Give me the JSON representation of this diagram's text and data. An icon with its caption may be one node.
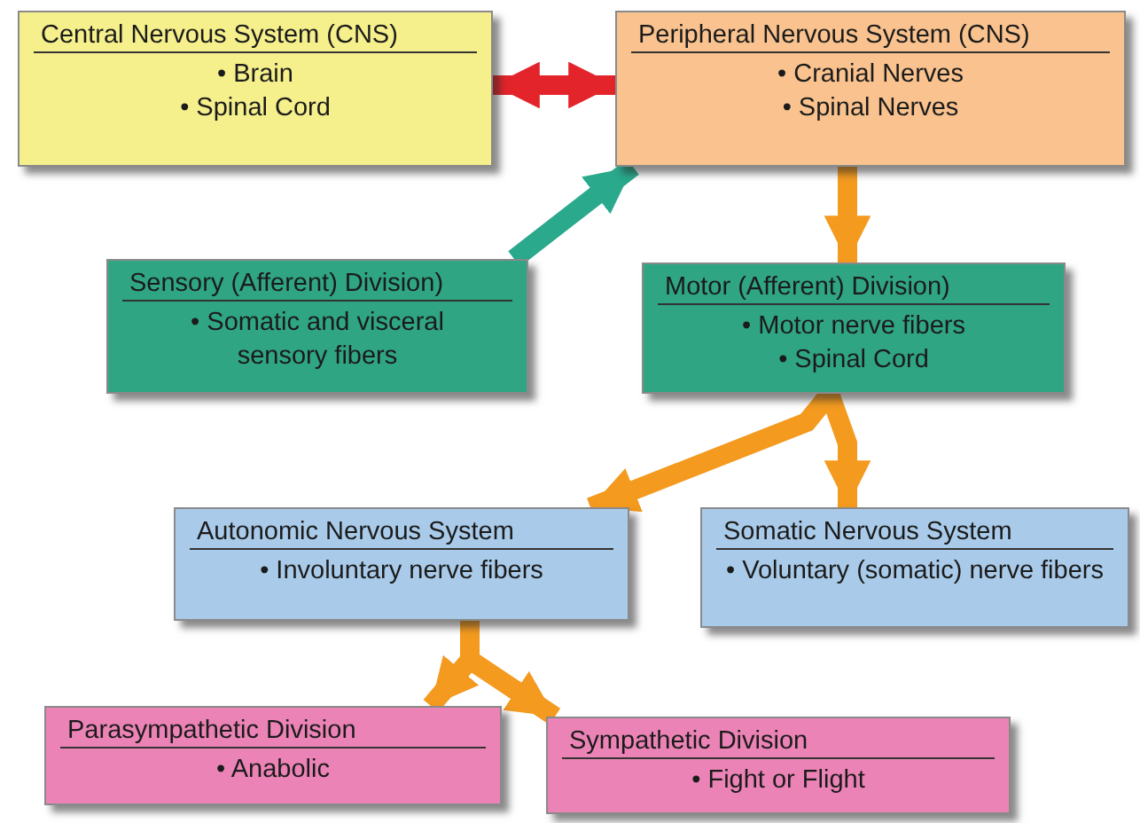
{
  "diagram": {
    "nodes": [
      {
        "text": [
          "Central Nervous System (CNS)",
          "• Brain",
          "• Spinal Cord"
        ]
      },
      {
        "text": [
          "Peripheral Nervous System (CNS)",
          "• Cranial Nerves",
          "• Spinal Nerves"
        ]
      },
      {
        "text": [
          "Sensory (Afferent) Division)",
          "• Somatic and visceral sensory fibers"
        ]
      },
      {
        "text": [
          "Motor (Afferent) Division)",
          "• Motor nerve fibers",
          "• Spinal Cord"
        ]
      },
      {
        "text": [
          "Autonomic Nervous System",
          "• Involuntary nerve fibers"
        ]
      },
      {
        "text": [
          "Somatic Nervous System",
          "• Voluntary (somatic) nerve fibers"
        ]
      },
      {
        "text": [
          "Parasympathetic Division",
          "• Anabolic"
        ]
      },
      {
        "text": [
          "Sympathetic Division",
          "• Fight or Flight"
        ]
      }
    ],
    "edges": [
      {
        "from": 0,
        "to": 1,
        "arrow": "both",
        "color": "#e3242b"
      },
      {
        "from": 2,
        "to": 1,
        "arrow": "to",
        "color": "#2aa98c"
      },
      {
        "from": 1,
        "to": 3,
        "arrow": "to"
      },
      {
        "from": 3,
        "to": 4,
        "arrow": "to"
      },
      {
        "from": 3,
        "to": 5,
        "arrow": "to"
      },
      {
        "from": 4,
        "to": 6,
        "arrow": "to"
      },
      {
        "from": 4,
        "to": 7,
        "arrow": "to"
      }
    ]
  }
}
